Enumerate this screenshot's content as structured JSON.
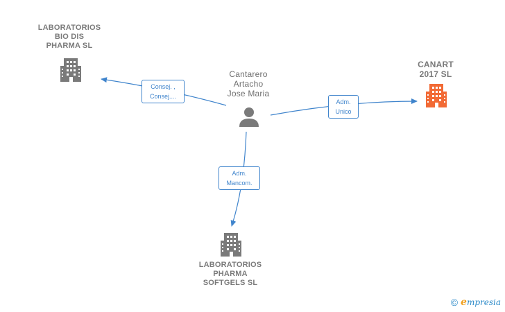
{
  "nodes": {
    "lab_bio_dis": {
      "label": "LABORATORIOS\nBIO DIS\nPHARMA  SL",
      "type": "company",
      "color": "#7a7a7a"
    },
    "canart": {
      "label": "CANART\n2017  SL",
      "type": "company",
      "color": "#f26a35"
    },
    "lab_softgels": {
      "label": "LABORATORIOS\nPHARMA\nSOFTGELS  SL",
      "type": "company",
      "color": "#7a7a7a"
    },
    "person": {
      "label": "Cantarero\nArtacho\nJose Maria",
      "type": "person",
      "color": "#7a7a7a"
    }
  },
  "edges": {
    "to_bio_dis": {
      "label": "Consej. ,\nConsej...."
    },
    "to_canart": {
      "label": "Adm.\nUnico"
    },
    "to_softgels": {
      "label": "Adm.\nMancom."
    }
  },
  "colors": {
    "edge": "#3f84cc",
    "company_default": "#7a7a7a",
    "company_highlight": "#f26a35",
    "person": "#7a7a7a"
  },
  "footer": {
    "copyright": "©",
    "brand_initial": "e",
    "brand_rest": "mpresia"
  }
}
